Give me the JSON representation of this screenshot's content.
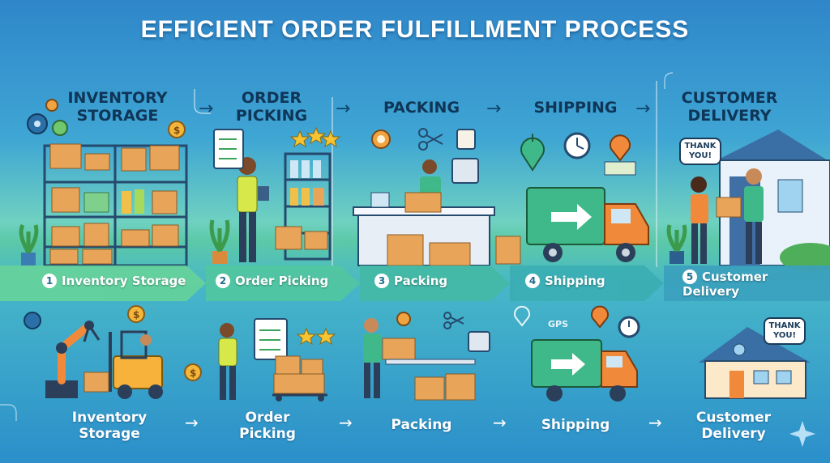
{
  "title": "EFFICIENT ORDER FULFILLMENT PROCESS",
  "stages": [
    {
      "title": "INVENTORY STORAGE",
      "band_number": "1",
      "band_label": "Inventory Storage",
      "bottom_label": "Inventory Storage"
    },
    {
      "title": "ORDER PICKING",
      "band_number": "2",
      "band_label": "Order Picking",
      "bottom_label": "Order Picking"
    },
    {
      "title": "PACKING",
      "band_number": "3",
      "band_label": "Packing",
      "bottom_label": "Packing"
    },
    {
      "title": "SHIPPING",
      "band_number": "4",
      "band_label": "Shipping",
      "bottom_label": "Shipping"
    },
    {
      "title": "CUSTOMER DELIVERY",
      "band_number": "5",
      "band_label": "Customer Delivery",
      "bottom_label": "Customer Delivery"
    }
  ],
  "bubbles": {
    "top": "THANK YOU!",
    "bottom": "THANK YOU!"
  },
  "labels": {
    "gps": "GPS"
  },
  "colors": {
    "accent_green": "#59cfa0",
    "navy": "#0f3557",
    "orange": "#f29a3b",
    "truck_green": "#3fb98a"
  },
  "icons": [
    "cart-icon",
    "gear-icon",
    "dollar-icon",
    "clipboard-icon",
    "star-icon",
    "tape-icon",
    "scissors-icon",
    "clock-icon",
    "map-pin-icon",
    "map-icon",
    "truck-icon",
    "house-icon",
    "forklift-icon",
    "robot-arm-icon",
    "plant-icon"
  ]
}
